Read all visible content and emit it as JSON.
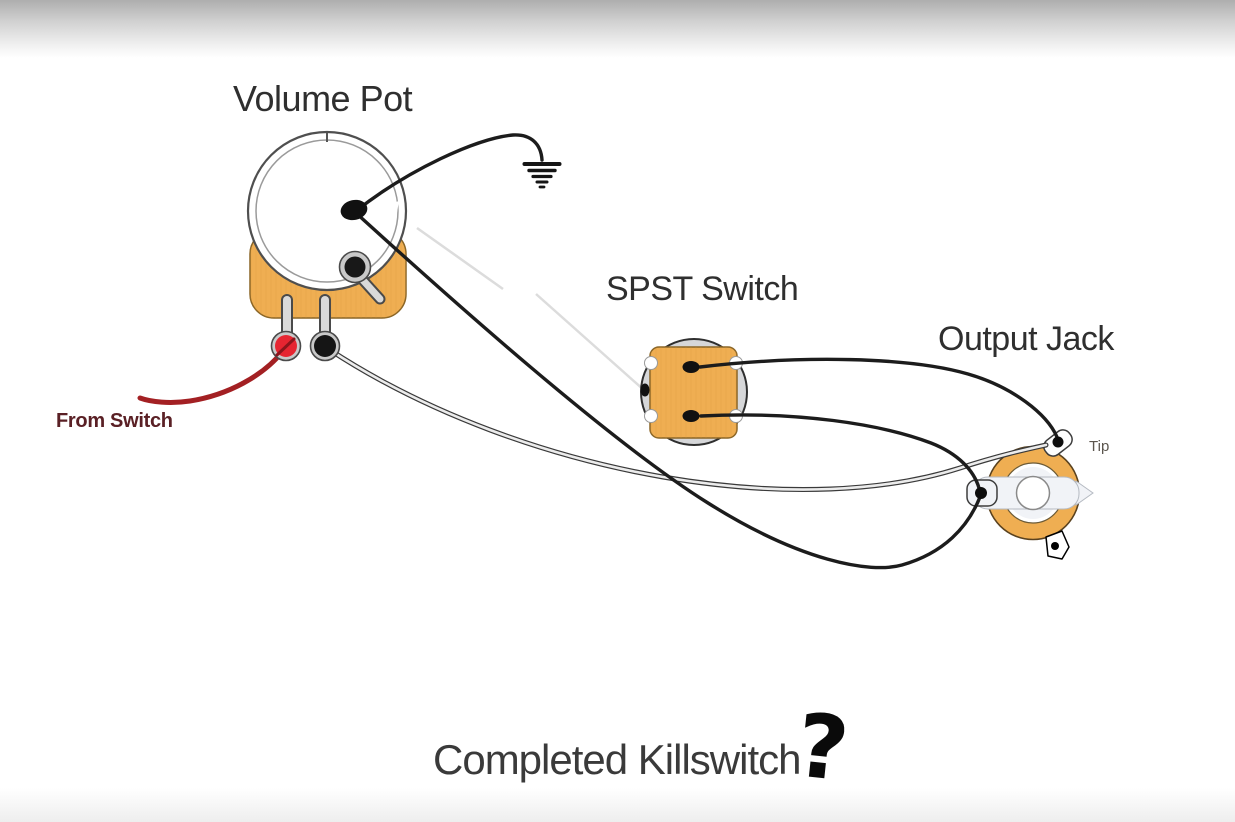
{
  "diagram": {
    "type": "guitar-killswitch-wiring-diagram",
    "caption": "Completed Killswitch",
    "caption_mark": "?",
    "labels": {
      "volume_pot": "Volume Pot",
      "spst_switch": "SPST Switch",
      "output_jack": "Output Jack",
      "from_switch": "From Switch",
      "tip": "Tip"
    },
    "components": [
      {
        "id": "volume-pot",
        "label": "Volume Pot"
      },
      {
        "id": "spst-switch",
        "label": "SPST Switch"
      },
      {
        "id": "output-jack",
        "label": "Output Jack"
      }
    ],
    "wires": [
      {
        "name": "pot-center-to-ground",
        "color": "#1c1c1c"
      },
      {
        "name": "pot-center-to-jack-sleeve",
        "color": "#1c1c1c"
      },
      {
        "name": "pot-lug-to-jack-tip-shielded",
        "color": "#ececec"
      },
      {
        "name": "switch-top-lug-to-jack-tip",
        "color": "#1c1c1c"
      },
      {
        "name": "switch-bottom-lug-to-jack-sleeve",
        "color": "#1c1c1c"
      },
      {
        "name": "from-switch-red-wire",
        "color": "#a32023"
      }
    ],
    "colors": {
      "component_body": "#efae52",
      "component_border": "#8a6526",
      "red_lug": "#e62531",
      "red_wire": "#a32023",
      "black_wire": "#1c1c1c",
      "from_switch_text": "#5a2025",
      "label_text": "#2f2f2f"
    }
  }
}
